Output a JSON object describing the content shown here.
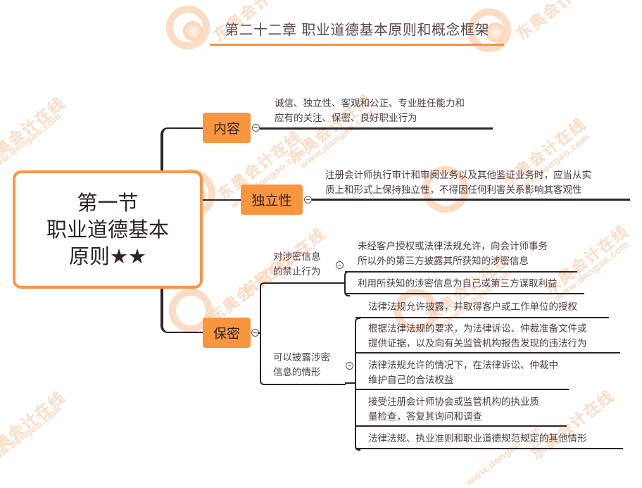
{
  "header": {
    "title": "第二十二章 职业道德基本原则和概念框架"
  },
  "watermark": {
    "brand": "东奥会计在线",
    "url": "www.dongao.com",
    "accent": "#fbd6bb"
  },
  "colors": {
    "accent": "#f7963f",
    "line": "#2e2328",
    "text": "#4a3d42",
    "background": "#ffffff"
  },
  "root": {
    "lines": [
      "第一节",
      "职业道德基本",
      "原则★★"
    ]
  },
  "branches": [
    {
      "label": "内容",
      "content": [
        "诚信、独立性、客观和公正、专业胜任能力和",
        "应有的关注、保密、良好职业行为"
      ]
    },
    {
      "label": "独立性",
      "content": [
        "注册会计师执行审计和审阅业务以及其他鉴证业务时，应当从实",
        "质上和形式上保持独立性，不得因任何利害关系影响其客观性"
      ]
    },
    {
      "label": "保密",
      "groups": [
        {
          "label": [
            "对涉密信息",
            "的禁止行为"
          ],
          "items": [
            [
              "未经客户授权或法律法规允许，向会计师事务",
              "所以外的第三方披露其所获知的涉密信息"
            ],
            [
              "利用所获知的涉密信息为自己或第三方谋取利益"
            ]
          ]
        },
        {
          "label": [
            "可以披露涉密",
            "信息的情形"
          ],
          "items": [
            [
              "法律法规允许披露，并取得客户或工作单位的授权"
            ],
            [
              "根据法律法规的要求，为法律诉讼、仲裁准备文件或",
              "提供证据，以及向有关监管机构报告发现的违法行为"
            ],
            [
              "法律法规允许的情况下，在法律诉讼、仲裁中",
              "维护自己的合法权益"
            ],
            [
              "接受注册会计师协会或监管机构的执业质",
              "量检查，答复其询问和调查"
            ],
            [
              "法律法规、执业准则和职业道德规范规定的其他情形"
            ]
          ]
        }
      ]
    }
  ]
}
